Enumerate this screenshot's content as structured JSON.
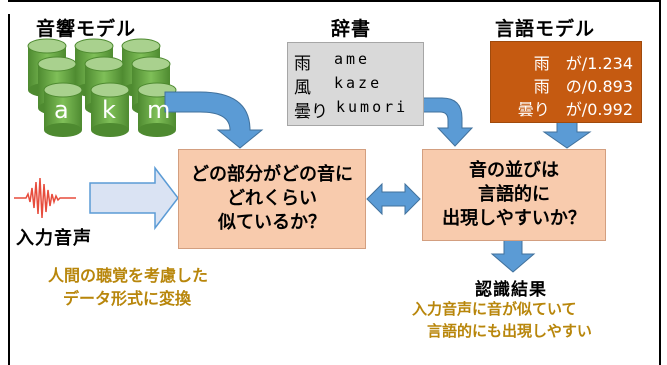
{
  "acoustic_model": {
    "title": "音響モデル",
    "labels": [
      "a",
      "k",
      "m"
    ]
  },
  "dictionary": {
    "title": "辞書",
    "entries": [
      {
        "word": "雨",
        "reading": "ame"
      },
      {
        "word": "風",
        "reading": "kaze"
      },
      {
        "word": "曇り",
        "reading": "kumori"
      }
    ]
  },
  "language_model": {
    "title": "言語モデル",
    "entries": [
      "雨　が/1.234",
      "雨　の/0.893",
      "曇り　が/0.992"
    ]
  },
  "acoustic_box": {
    "lines": [
      "どの部分がどの音に",
      "どれくらい",
      "似ているか？"
    ]
  },
  "language_box": {
    "lines": [
      "音の並びは",
      "言語的に",
      "出現しやすいか？"
    ]
  },
  "input_speech": {
    "label": "入力音声"
  },
  "feature_note": {
    "lines": [
      "人間の聴覚を考慮した",
      "データ形式に変換"
    ]
  },
  "result": {
    "title": "認識結果",
    "lines": [
      "入力音声に音が似ていて",
      "言語的にも出現しやすい"
    ]
  },
  "colors": {
    "arrow": "#5b9bd5",
    "box_fill": "#f8cbad",
    "language_model_fill": "#c55a11",
    "cylinder": "#70ad47",
    "note_text": "#b8860b",
    "waveform": "#e74c3c"
  }
}
